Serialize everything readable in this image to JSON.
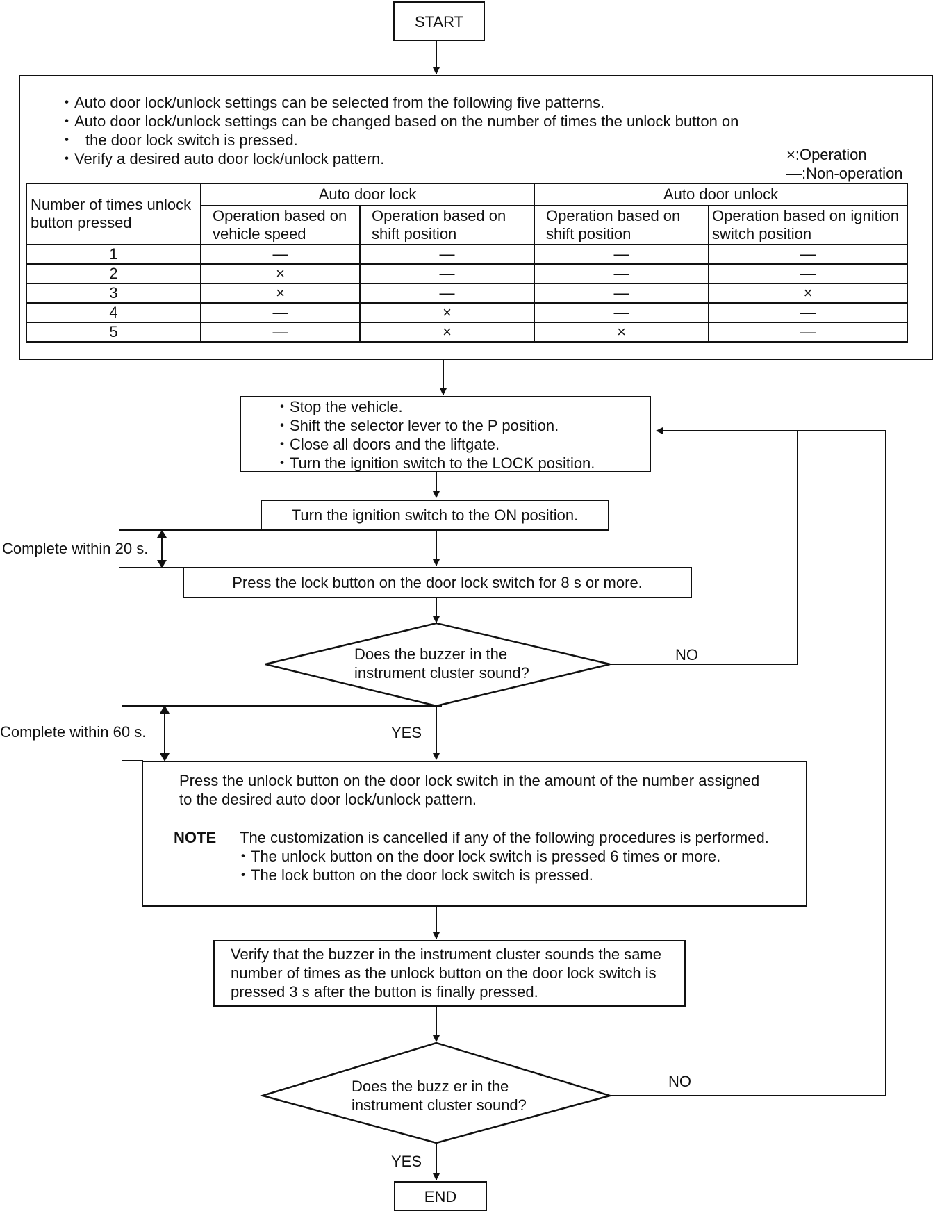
{
  "start_label": "START",
  "end_label": "END",
  "settings_box": {
    "bullets": [
      "Auto door lock/unlock settings can be selected from the following five patterns.",
      "Auto door lock/unlock settings can be changed based on the number of times the unlock button on",
      "Verify a desired auto door lock/unlock pattern."
    ],
    "bullet_2_cont": "the door lock switch is pressed.",
    "legend": {
      "operation": "×:Operation",
      "non_operation": "—:Non-operation"
    },
    "table": {
      "row_header": [
        "Number of times unlock",
        "button pressed"
      ],
      "group_lock": "Auto door lock",
      "group_unlock": "Auto door unlock",
      "col1": [
        "Operation based on",
        "vehicle speed"
      ],
      "col2": [
        "Operation based on",
        "shift position"
      ],
      "col3": [
        "Operation based on",
        "shift position"
      ],
      "col4": [
        "Operation based on ignition",
        "switch position"
      ],
      "rows": [
        {
          "n": "1",
          "c1": "—",
          "c2": "—",
          "c3": "—",
          "c4": "—"
        },
        {
          "n": "2",
          "c1": "×",
          "c2": "—",
          "c3": "—",
          "c4": "—"
        },
        {
          "n": "3",
          "c1": "×",
          "c2": "—",
          "c3": "—",
          "c4": "×"
        },
        {
          "n": "4",
          "c1": "—",
          "c2": "×",
          "c3": "—",
          "c4": "—"
        },
        {
          "n": "5",
          "c1": "—",
          "c2": "×",
          "c3": "×",
          "c4": "—"
        }
      ]
    }
  },
  "prep_box": [
    "Stop the vehicle.",
    "Shift the selector lever to the P position.",
    "Close all doors and the liftgate.",
    "Turn the ignition switch to the LOCK position."
  ],
  "step_ignition_on": "Turn the ignition switch to the ON position.",
  "timer_20": "Complete within 20 s.",
  "step_press_lock": "Press the lock button on the door lock switch for 8 s or more.",
  "decision_1": [
    "Does the buzzer in the",
    "instrument cluster sound?"
  ],
  "no_label_1": "NO",
  "yes_label_1": "YES",
  "timer_60": "Complete within 60 s.",
  "unlock_box": {
    "text": [
      "Press the unlock button on the door lock switch in the amount of the number assigned",
      "to the desired auto door lock/unlock pattern."
    ],
    "note_label": "NOTE",
    "note_text": "The customization is cancelled if any of the following procedures is performed.",
    "note_bullets": [
      "The unlock button on the door lock switch is pressed 6 times or more.",
      "The lock button on the door lock switch is pressed."
    ]
  },
  "verify_box": [
    "Verify that the buzzer in the instrument cluster sounds the same",
    "number of times as the unlock button on the door lock switch is",
    "pressed 3 s after the button is finally pressed."
  ],
  "decision_2": [
    "Does the buzz er in the",
    "instrument cluster sound?"
  ],
  "no_label_2": "NO",
  "yes_label_2": "YES"
}
